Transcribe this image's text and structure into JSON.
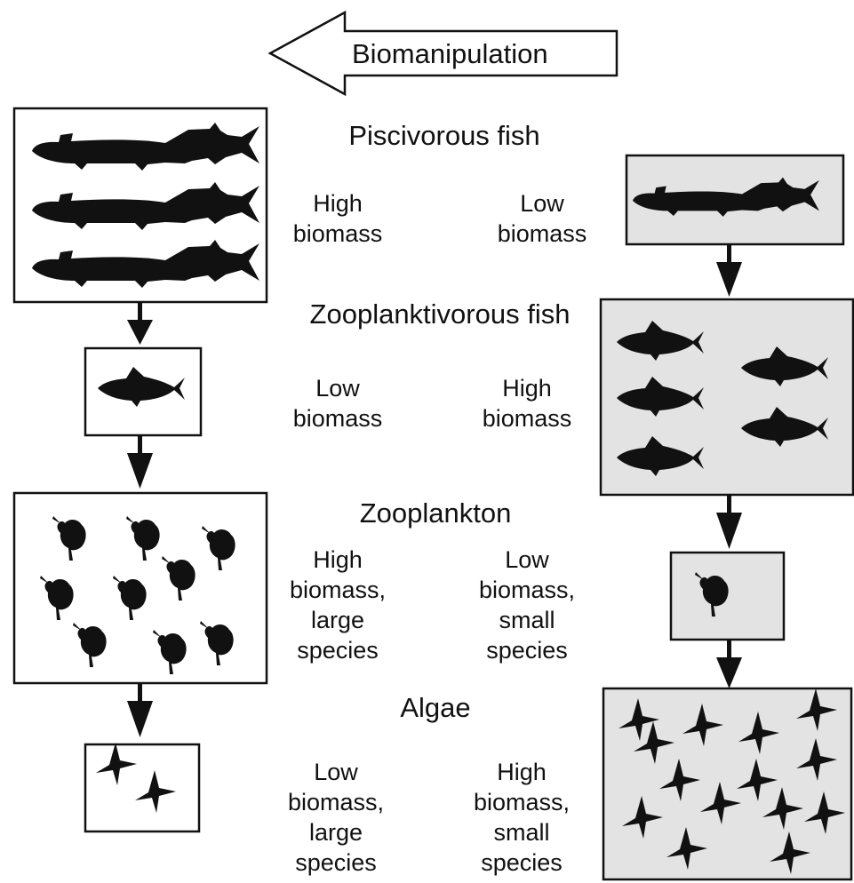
{
  "arrow_label": "Biomanipulation",
  "levels": [
    {
      "name": "Piscivorous fish",
      "left": [
        "High",
        "biomass"
      ],
      "right": [
        "Low",
        "biomass"
      ]
    },
    {
      "name": "Zooplanktivorous fish",
      "left": [
        "Low",
        "biomass"
      ],
      "right": [
        "High",
        "biomass"
      ]
    },
    {
      "name": "Zooplankton",
      "left": [
        "High",
        "biomass,",
        "large",
        "species"
      ],
      "right": [
        "Low",
        "biomass,",
        "small",
        "species"
      ]
    },
    {
      "name": "Algae",
      "left": [
        "Low",
        "biomass,",
        "large",
        "species"
      ],
      "right": [
        "High",
        "biomass,",
        "small",
        "species"
      ]
    }
  ],
  "colors": {
    "ink": "#111111",
    "shaded_panel": "#e3e3e3",
    "clear_panel": "#ffffff"
  },
  "icons": [
    "pike-icon",
    "roach-fish-icon",
    "daphnia-icon",
    "star-alga-icon"
  ]
}
